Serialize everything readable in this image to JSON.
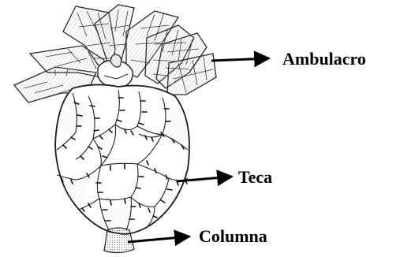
{
  "labels": {
    "ambulacro": "Ambulacro",
    "teca": "Teca",
    "columna": "Columna"
  },
  "colors": {
    "ink": "#000000",
    "shade": "#cfcfcf",
    "background": "#ffffff"
  },
  "icons": {
    "arrow": "right-arrow",
    "specimen": "crinoid-blastoid-drawing"
  }
}
